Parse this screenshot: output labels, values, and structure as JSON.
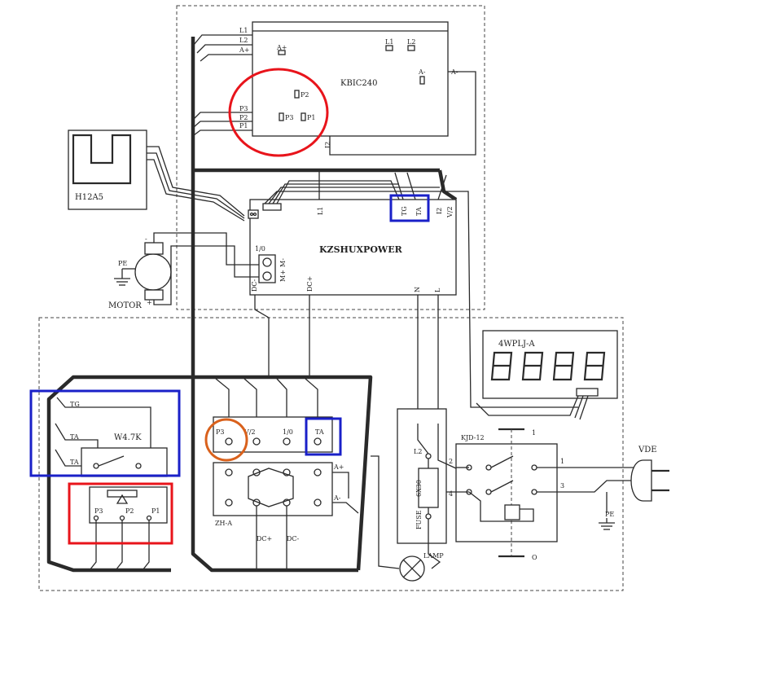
{
  "components": {
    "kbic": {
      "name": "KBIC240",
      "l1": "L1",
      "l2": "L2",
      "a_plus": "A+",
      "a_minus": "A-",
      "p1": "P1",
      "p2": "P2",
      "p3": "P3",
      "i2": "I2",
      "side_l1": "L1",
      "side_l2": "L2",
      "side_a": "A+",
      "side_p3": "P3",
      "side_p2": "P2",
      "side_p1": "P1"
    },
    "h12": {
      "name": "H12A5"
    },
    "kz": {
      "name": "KZSHUXPOWER",
      "io": "1/0",
      "m_minus": "M-",
      "m_plus": "M+",
      "dc_minus": "DC-",
      "dc_plus": "DC+",
      "l1": "L1",
      "tg": "TG",
      "ta": "TA",
      "i2": "I2",
      "v2": "V/2",
      "n": "N",
      "l": "L"
    },
    "motor": {
      "name": "MOTOR",
      "pe": "PE",
      "minus": "-",
      "plus": "+"
    },
    "display": {
      "name": "4WPLJ-A"
    },
    "pot": {
      "name": "W4.7K",
      "tg": "TG",
      "ta1": "TA",
      "ta2": "TA",
      "p3": "P3",
      "p2": "P2",
      "p1": "P1"
    },
    "zh": {
      "name": "ZH-A",
      "p3": "P3",
      "v2": "V/2",
      "io": "1/0",
      "ta": "TA",
      "a_plus": "A+",
      "a_minus": "A-",
      "dc_plus": "DC+",
      "dc_minus": "DC-"
    },
    "fuse": {
      "name": "FUSE",
      "rating": "6X30",
      "l2": "L2"
    },
    "lamp": {
      "name": "LAMP"
    },
    "kjd": {
      "name": "KJD-12",
      "t1": "1",
      "t2": "2",
      "t3": "3",
      "t4": "4",
      "pos1": "1",
      "pos0": "O"
    },
    "plug": {
      "name": "VDE",
      "pe": "PE"
    }
  },
  "highlights": {
    "red": "#e8141b",
    "blue": "#1a20c8",
    "orange": "#d9611c"
  }
}
